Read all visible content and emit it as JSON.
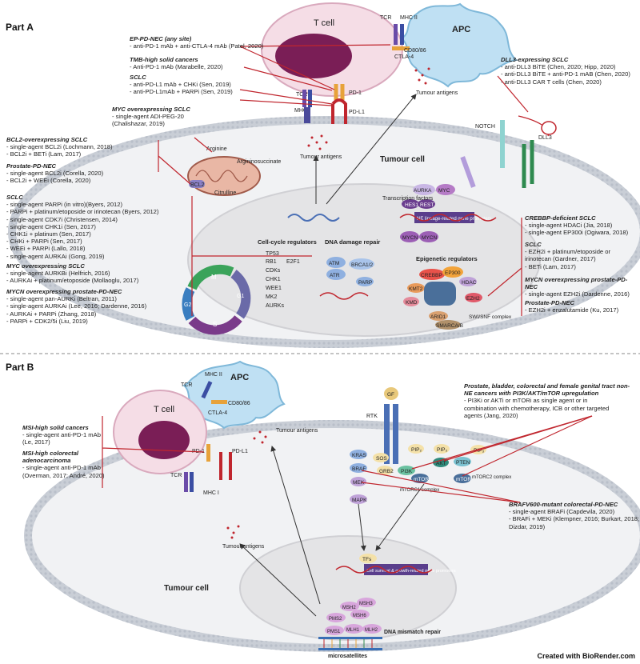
{
  "parts": {
    "a": "Part A",
    "b": "Part B"
  },
  "footer": "Created with BioRender.com",
  "colors": {
    "membrane": "#c9ced6",
    "nucleus": "#e4e4e6",
    "tcell": "#f5dde6",
    "tcell_nucleus": "#7a1e56",
    "apc": "#bfe0f3",
    "bracket": "#c0262e",
    "arrow": "#333333"
  },
  "labels_a": {
    "tcell": "T cell",
    "apc": "APC",
    "tcr1": "TCR",
    "mhc2_1": "MHC II",
    "cd80_1": "CD80/86",
    "ctla4_1": "CTLA-4",
    "tcr2": "TCR",
    "mhc1_1": "MHC I",
    "pd1_1": "PD-1",
    "pdl1_1": "PD-L1",
    "tumour_antigens_1": "Tumour antigens",
    "tumour_antigens_2": "Tumour antigens",
    "tumour_cell": "Tumour cell",
    "notch": "NOTCH",
    "dll3": "DLL3",
    "arginine": "Arginine",
    "argininosuccinate": "Argininosuccinate",
    "citrulline": "Citrulline",
    "bcl2": "BCL2",
    "aurka": "AURKA",
    "myc": "MYC",
    "hes1": "HES1",
    "rest": "REST",
    "tf": "Transcription factors",
    "ne_promoters": "NE lineage-related gene promoters",
    "mycn1": "MYCN",
    "mycn2": "MYCN",
    "epi_title": "Epigenetic regulators",
    "crebbp": "CREBBP",
    "ep300": "EP300",
    "hdac": "HDAC",
    "kmt2": "KMT2",
    "ezh2": "EZH2",
    "kmd": "KMD",
    "arid1": "ARID1",
    "smarca": "SMARCA/B",
    "swisnf": "SWI/SNF complex",
    "cc_title": "Cell-cycle regulators",
    "tp53": "TP53",
    "rb1": "RB1",
    "e2f1": "E2F1",
    "cdks": "CDKs",
    "chk1": "CHK1",
    "wee1": "WEE1",
    "mk2": "MK2",
    "aurks": "AURKs",
    "ddr_title": "DNA damage repair",
    "atm": "ATM",
    "atr": "ATR",
    "brca": "BRCA1/2",
    "parp": "PARP",
    "g1": "G1",
    "s": "S",
    "g2": "G2",
    "m": "M"
  },
  "labels_b": {
    "apc": "APC",
    "tcell": "T cell",
    "tcr1": "TCR",
    "mhc2": "MHC II",
    "cd80": "CD80/86",
    "ctla4": "CTLA-4",
    "pd1": "PD-1",
    "pdl1": "PD-L1",
    "tcr2": "TCR",
    "mhc1": "MHC I",
    "tumour_antigens_1": "Tumour antigens",
    "tumour_antigens_2": "Tumour antigens",
    "tumour_cell": "Tumour cell",
    "rtk": "RTK",
    "gf": "GF",
    "kras": "KRAS",
    "sos": "SOS",
    "grb2": "GRB2",
    "braf": "BRAF",
    "mek": "MEK",
    "mapk": "MAPK",
    "pi3k": "PI3K",
    "pip2": "PIP₂",
    "pip3": "PIP₃",
    "pip3b": "PIP₃",
    "akt": "AKT",
    "pten": "PTEN",
    "mtor1": "mTOR",
    "mtor2": "mTOR",
    "mtorc1": "mTORC1 complex",
    "mtorc2": "mTORC2 complex",
    "tfs": "TFs",
    "promoters": "Cell survival & growth-related gene promoters",
    "msh2": "MSH2",
    "msh3": "MSH3",
    "msh6": "MSH6",
    "pms2": "PMS2",
    "pms1": "PMS1",
    "mlh1": "MLH1",
    "mlh2": "MLH2",
    "mmr": "DNA mismatch repair",
    "msat": "microsatellites"
  },
  "annotations": [
    {
      "title": "EP-PD-NEC (any site)",
      "items": [
        "- anti-PD-1 mAb + anti-CTLA-4 mAb (Patel, 2020)"
      ]
    },
    {
      "title": "TMB-high solid cancers",
      "items": [
        "- Anti-PD-1 mAb (Marabelle, 2020)"
      ]
    },
    {
      "title": "SCLC",
      "items": [
        "- anti-PD-L1 mAb + CHKi (Sen, 2019)",
        "- anti-PD-L1mAb + PARPi (Sen, 2019)"
      ]
    },
    {
      "title": "MYC overexpressing SCLC",
      "items": [
        "- single-agent ADI-PEG-20",
        "(Chalishazar, 2019)"
      ]
    },
    {
      "title": "BCL2-overexpressing SCLC",
      "items": [
        "- single-agent BCL2i (Lochmann, 2018)",
        "- BCL2i + BETi (Lam, 2017)"
      ]
    },
    {
      "title": "Prostate-PD-NEC",
      "items": [
        "- single-agent BCL2i (Corella, 2020)",
        "- BCL2i + WEEi (Corella, 2020)"
      ]
    },
    {
      "title": "SCLC",
      "items": [
        "- single-agent PARPi (in vitro)(Byers, 2012)",
        "- PARPi + platinum/etoposide or irinotecan (Byers, 2012)",
        "- single-agent CDK7i (Christensen, 2014)",
        "- single-agent CHK1i (Sen, 2017)",
        "- CHK1i + platinum (Sen, 2017)",
        "- CHKi + PARPi (Sen, 2017)",
        "- WEEi + PARPi (Lallo, 2018)",
        "- single-agent AURKAi (Gong, 2019)"
      ]
    },
    {
      "title": "MYC overexpressing SCLC",
      "items": [
        "- single-agent AURKBi (Helfrich, 2016)",
        "- AURKAi + platinum/etoposide (Mollaoglu, 2017)"
      ]
    },
    {
      "title": "MYCN overexpressing prostate-PD-NEC",
      "items": [
        "- single-agent pan-AURKi (Beltran, 2011)",
        "- single-agent AURKAi (Lee, 2016; Dardenne, 2016)",
        "- AURKAi + PARPi (Zhang, 2018)",
        "- PARPi + CDK2/5i (Liu, 2019)"
      ]
    },
    {
      "title": "DLL3-expressing SCLC",
      "items": [
        "- anti-DLL3 BiTE (Chen, 2020; Hipp, 2020)",
        "- anti-DLL3 BiTE + anti-PD-1 mAB (Chen, 2020)",
        "- anti-DLL3 CAR T cells (Chen, 2020)"
      ]
    },
    {
      "title": "CREBBP-deficient SCLC",
      "items": [
        "- single-agent HDACi (Jia, 2018)",
        "- single-agent EP300i (Ogiwara, 2018)"
      ]
    },
    {
      "title": "SCLC",
      "items": [
        "- EZH2i + platinum/etoposide or",
        "irinotecan (Gardner, 2017)",
        "- BETi (Lam, 2017)"
      ]
    },
    {
      "title": "MYCN overexpressing prostate-PD-NEC",
      "items": [
        "- single-agent EZH2i (Dardenne, 2016)"
      ]
    },
    {
      "title": "Prostate-PD-NEC",
      "items": [
        "- EZH2i + enzalutamide (Ku, 2017)"
      ]
    },
    {
      "title": "Prostate, bladder, colorectal and female genital tract non-NE cancers with PI3K/AKT/mTOR upregulation",
      "items": [
        "- PI3Ki or AKTi or mTORi  as single agent or in",
        "combination with chemotherapy, ICB or other targeted",
        "agents (Jang, 2020)"
      ]
    },
    {
      "title": "MSI-high solid cancers",
      "items": [
        "- single-agent anti-PD-1 mAb",
        "(Le, 2017)"
      ]
    },
    {
      "title": "MSI-high colorectal adenocarcinoma",
      "items": [
        "- single-agent anti-PD-1 mAb",
        "(Overman, 2017; André, 2020)"
      ]
    },
    {
      "title": "BRAFV600-mutant colorectal-PD-NEC",
      "items": [
        "- single-agent BRAFi (Capdevila, 2020)",
        "- BRAFi + MEKi (Klempner, 2016; Burkart, 2018;",
        "Dizdar, 2019)"
      ]
    }
  ]
}
